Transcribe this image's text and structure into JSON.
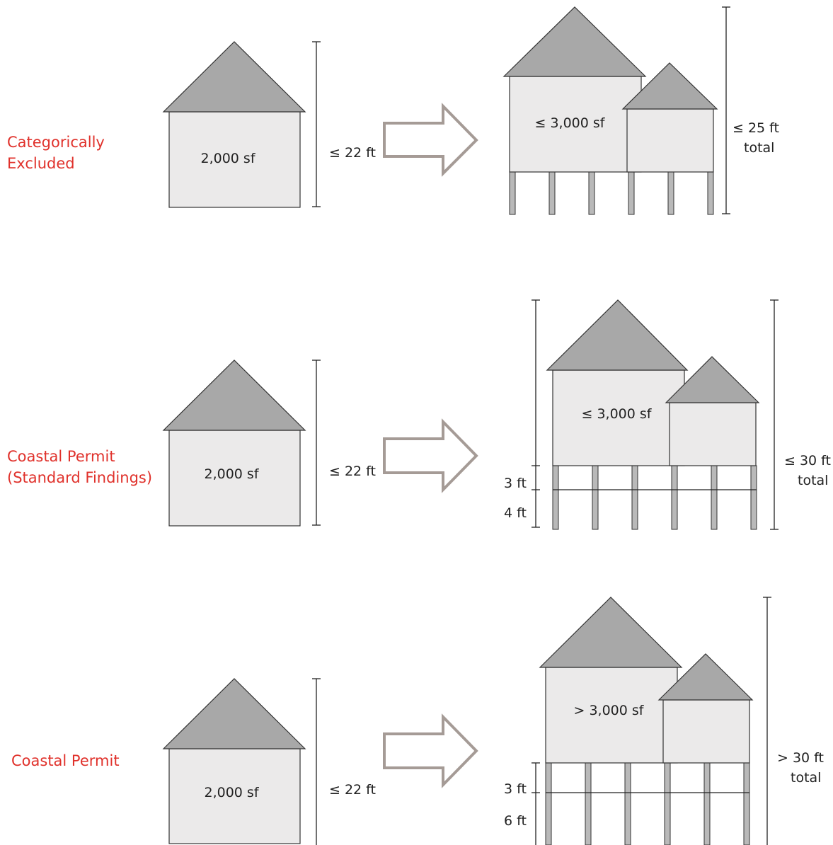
{
  "rows": [
    {
      "category_line1": "Categorically",
      "category_line2": "Excluded",
      "before_area": "2,000 sf",
      "before_height": "≤ 22 ft",
      "after_area": "≤ 3,000 sf",
      "after_height": "≤ 25 ft",
      "after_height_suffix": "total"
    },
    {
      "category_line1": "Coastal Permit",
      "category_line2": "(Standard Findings)",
      "before_area": "2,000 sf",
      "before_height": "≤ 22 ft",
      "after_area": "≤ 3,000 sf",
      "after_height": "≤ 30 ft",
      "after_height_suffix": "total",
      "clearance_upper": "3 ft",
      "clearance_lower": "4 ft"
    },
    {
      "category_line1": "Coastal Permit",
      "category_line2": "",
      "before_area": "2,000 sf",
      "before_height": "≤ 22 ft",
      "after_area": "> 3,000 sf",
      "after_height": "> 30 ft",
      "after_height_suffix": "total",
      "clearance_upper": "3 ft",
      "clearance_lower": "6 ft"
    }
  ],
  "colors": {
    "category_label": "#e0312b",
    "wall_fill": "#ebeaea",
    "roof_fill": "#a8a8a8",
    "arrow_stroke": "#a59b96"
  }
}
